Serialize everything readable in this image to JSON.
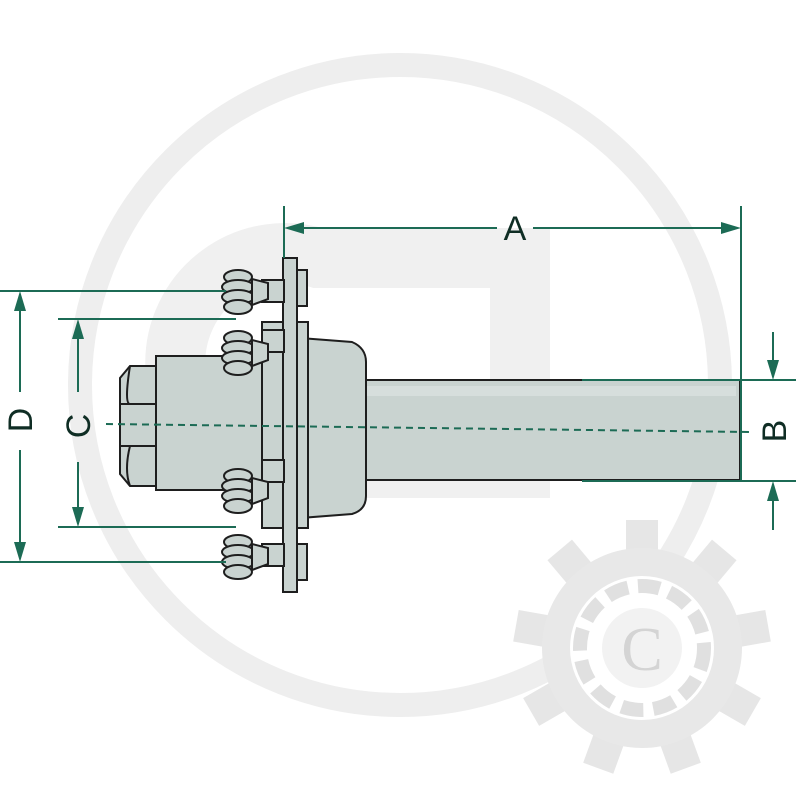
{
  "dimensions": {
    "a": "A",
    "b": "B",
    "c": "C",
    "d": "D"
  },
  "watermark": {
    "mark": "G",
    "gear_letter": "C",
    "colors": {
      "ring": "#eeeeee",
      "gear": "#e5e5e5"
    }
  },
  "colors": {
    "part_fill": "#c9d3d0",
    "part_stroke": "#1e1e1e",
    "dimension": "#1c6b55",
    "text": "#0f2d24"
  }
}
